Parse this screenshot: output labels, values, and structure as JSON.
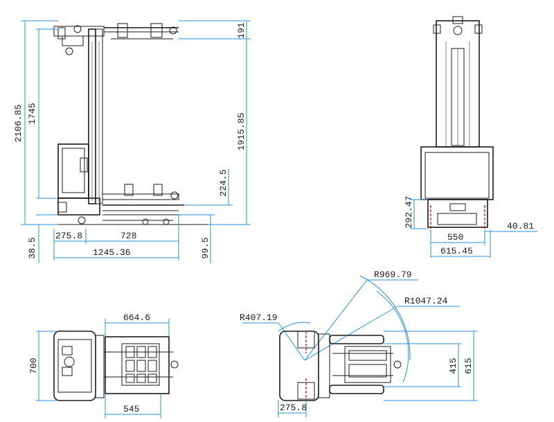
{
  "side_view": {
    "total_height": "2106.85",
    "mast_height": "1745",
    "lift_height": "1915.85",
    "top_clearance": "191",
    "fork_height": "224.5",
    "ground_offset": "38.5",
    "rear_offset": "275.8",
    "fork_length": "728",
    "overall_length": "1245.36",
    "fork_thickness": "99.5"
  },
  "rear_view": {
    "chassis_height": "292.47",
    "wheel_offset": "40.81",
    "inner_width": "550",
    "outer_width": "615.45"
  },
  "top_view": {
    "platform_width": "664.6",
    "body_width": "700",
    "fork_span": "545"
  },
  "turning_view": {
    "radius_inner": "R407.19",
    "radius_mid": "R969.79",
    "radius_outer": "R1047.24",
    "fork_inner_width": "415",
    "fork_outer_width": "615",
    "rear_offset": "275.8"
  }
}
